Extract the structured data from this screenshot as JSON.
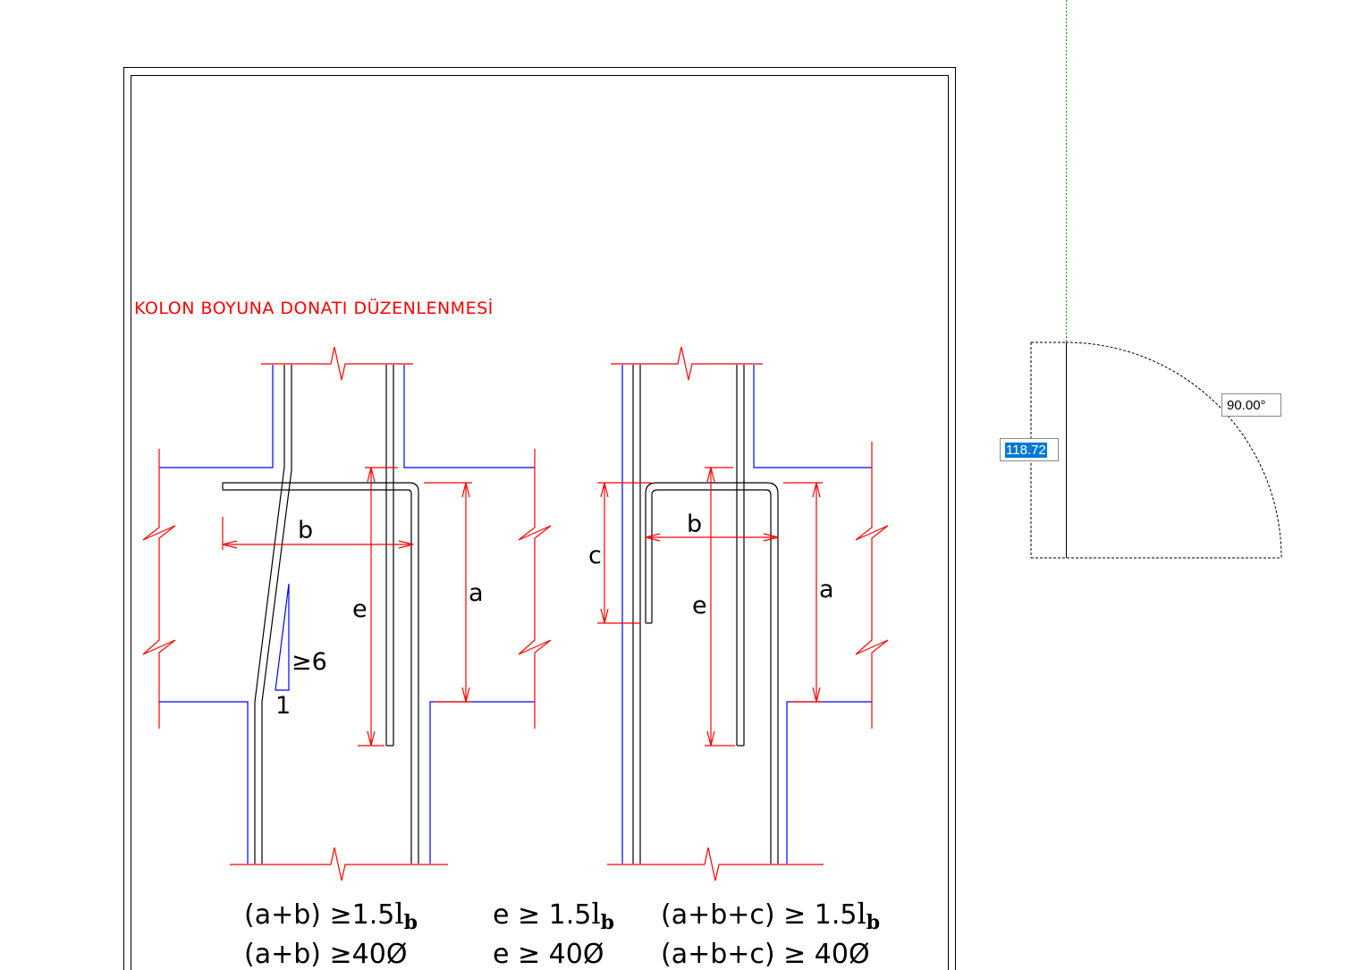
{
  "drawing": {
    "title": "KOLON BOYUNA DONATI DÜZENLENMESİ",
    "detail_left": {
      "labels": {
        "b": "b",
        "e": "e",
        "a": "a",
        "slope": "≥6",
        "one": "1"
      }
    },
    "detail_right": {
      "labels": {
        "c": "c",
        "b": "b",
        "e": "e",
        "a": "a"
      }
    },
    "formulas": {
      "row1_col1_expr": "(a+b) ≥1.5",
      "row1_col2_expr": "e  ≥ 1.5",
      "row1_col3_expr": "(a+b+c) ≥ 1.5",
      "lb_l": "l",
      "lb_b": "b",
      "row2_col1": "(a+b) ≥40Ø",
      "row2_col2": "e  ≥ 40Ø",
      "row2_col3": "(a+b+c) ≥ 40Ø"
    }
  },
  "dynamic_input": {
    "length_value": "118.72",
    "angle_value": "90.00°"
  },
  "colors": {
    "background": "#ffffff",
    "rebar": "#000000",
    "dimension": "#ff0000",
    "concrete_outline": "#0000ff",
    "tracking_line": "#00a000",
    "input_highlight": "#0078d7"
  }
}
